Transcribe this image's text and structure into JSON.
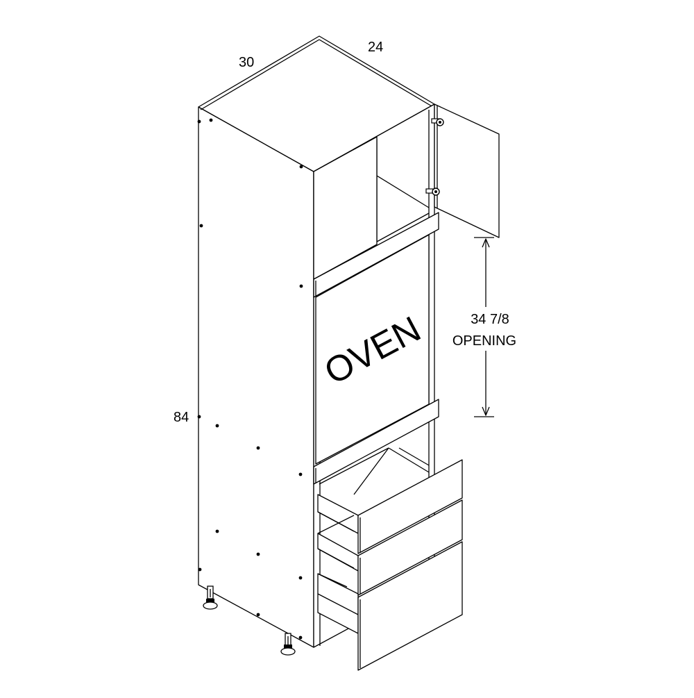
{
  "dimensions": {
    "width": "30",
    "depth": "24",
    "height": "84"
  },
  "opening": {
    "size": "34 7/8",
    "label": "OPENING"
  },
  "oven": {
    "label": "OVEN"
  },
  "colors": {
    "line": "#000000",
    "background": "#ffffff"
  }
}
